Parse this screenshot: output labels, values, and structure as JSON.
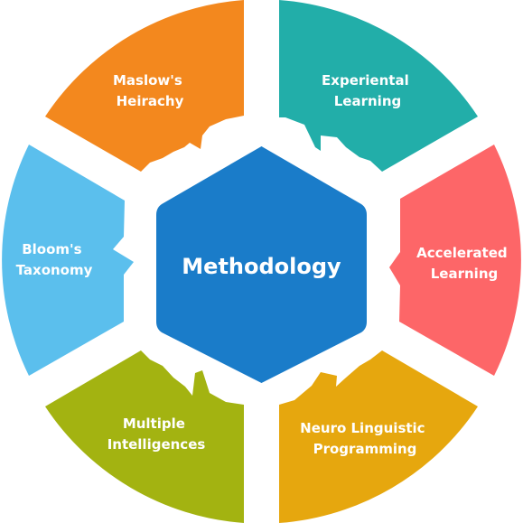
{
  "center": {
    "label": "Methodology",
    "color": "#1a7cc9"
  },
  "segments": [
    {
      "line1": "Experiental",
      "line2": "Learning",
      "color": "#22aea9"
    },
    {
      "line1": "Accelerated",
      "line2": "Learning",
      "color": "#fd6668"
    },
    {
      "line1": "Neuro Linguistic",
      "line2": "Programming",
      "color": "#e6a70e"
    },
    {
      "line1": "Multiple",
      "line2": "Intelligences",
      "color": "#a3b311"
    },
    {
      "line1": "Bloom's",
      "line2": "Taxonomy",
      "color": "#5bbfed"
    },
    {
      "line1": "Maslow's",
      "line2": "Heirachy",
      "color": "#f3881e"
    }
  ]
}
